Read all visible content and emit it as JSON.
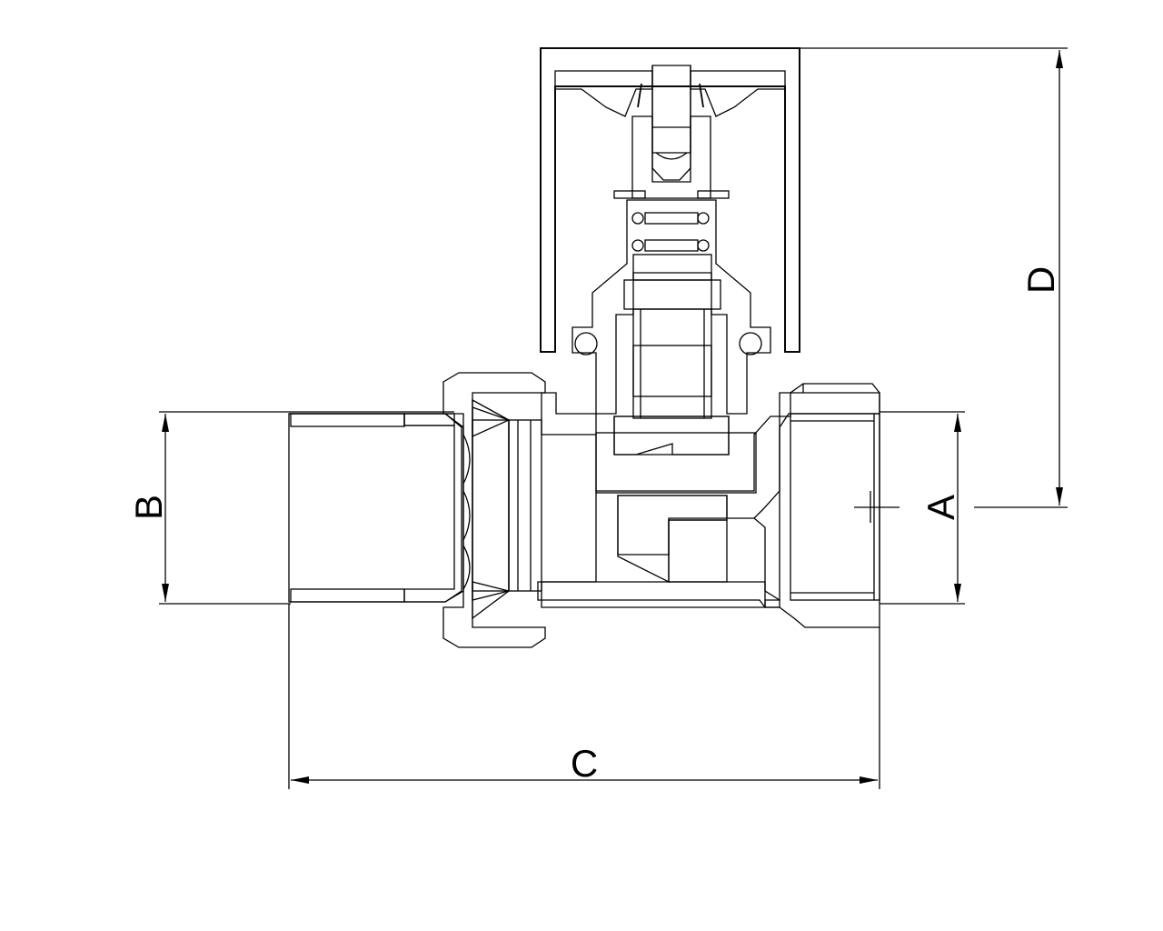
{
  "drawing": {
    "dimension_labels": {
      "A": "A",
      "B": "B",
      "C": "C",
      "D": "D"
    },
    "line_color": "#000000",
    "background": "#ffffff"
  }
}
